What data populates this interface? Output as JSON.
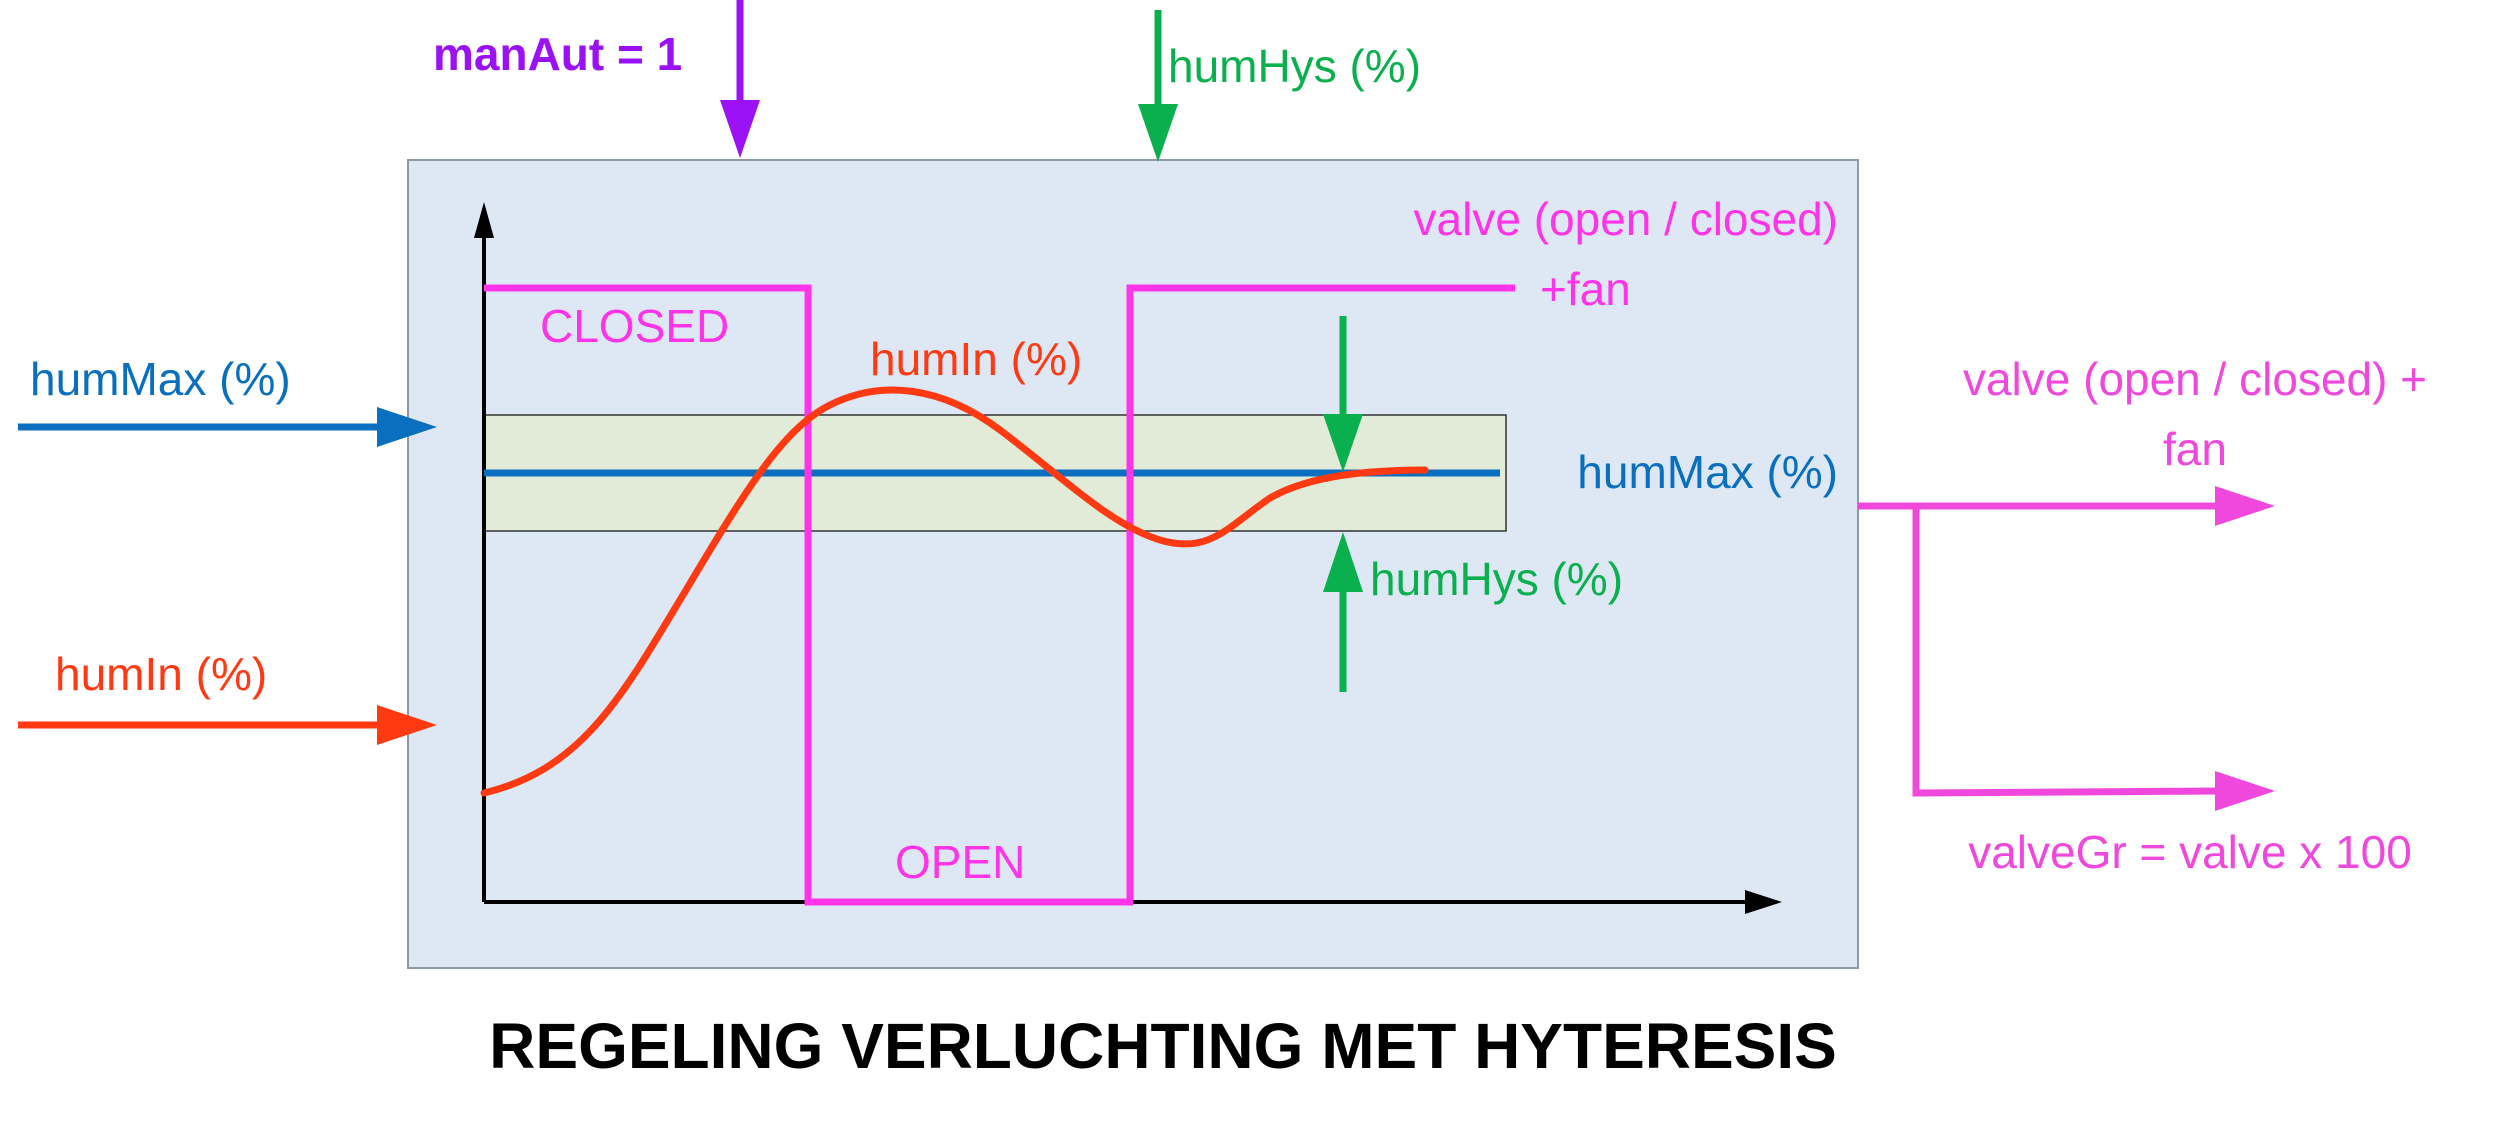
{
  "title": "REGELING VERLUCHTING MET HYTERESIS",
  "inputs": {
    "manAut": "manAut = 1",
    "humHys_top": "humHys (%)",
    "humMax": "humMax (%)",
    "humIn": "humIn (%)"
  },
  "graph": {
    "closed_label": "CLOSED",
    "open_label": "OPEN",
    "humIn_curve_label": "humIn (%)",
    "valve_line1": "valve (open / closed)",
    "valve_line2": "+fan",
    "humMax_line_label": "humMax (%)",
    "humHys_lower_label": "humHys (%)"
  },
  "outputs": {
    "valve_line1": "valve (open / closed) +",
    "valve_line2": "fan",
    "valveGr": "valveGr = valve x 100"
  },
  "colors": {
    "magenta": "#FF33E8",
    "output_magenta": "#F048DC",
    "purple": "#9B11F5",
    "green": "#0BB04E",
    "blue": "#0A6FBF",
    "red": "#FF3A12",
    "box_fill": "#DDE8F4",
    "band_fill": "#E2EBD8"
  }
}
